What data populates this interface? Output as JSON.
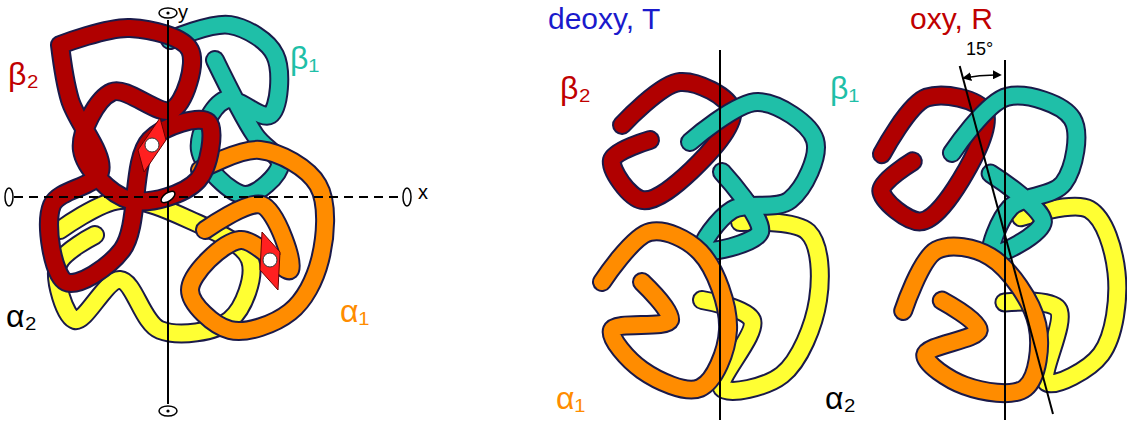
{
  "diagram": {
    "labels": [
      "y",
      "β₂",
      "β₁",
      "x",
      "α₂",
      "α₁",
      "deoxy, T",
      "β₂",
      "β₁",
      "α₁",
      "α₂",
      "oxy, R",
      "15°"
    ]
  }
}
